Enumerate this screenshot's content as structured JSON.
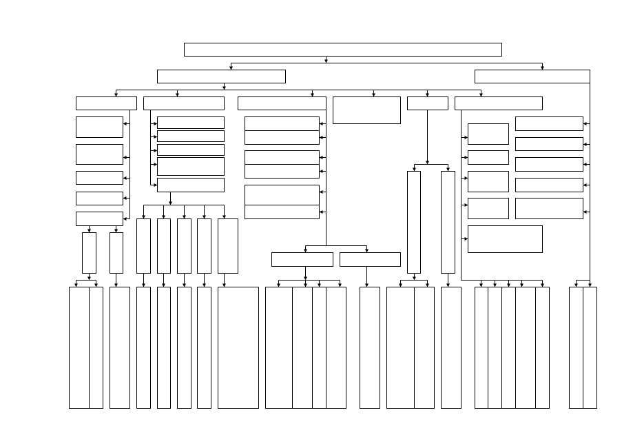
{
  "diagram": {
    "kind": "hierarchy-block-diagram",
    "labels_visible": false,
    "line_color": "#000000",
    "background": "#ffffff",
    "top_branches": 2,
    "second_level_groups": 6
  }
}
